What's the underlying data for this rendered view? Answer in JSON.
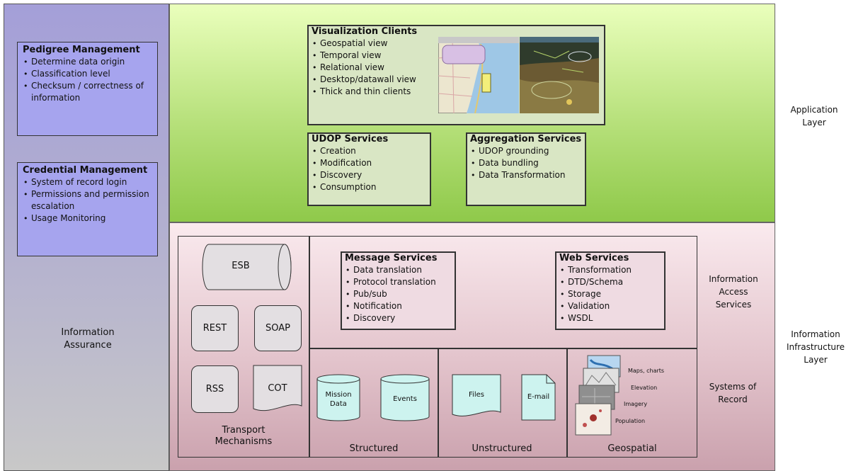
{
  "colors": {
    "ia_top": "#a49fd8",
    "app_top": "#eaffbc",
    "app_bottom": "#8fc94a",
    "infra_bottom": "#caa1ad",
    "cyan": "#cdf3ef"
  },
  "info_assurance": {
    "label": "Information Assurance",
    "pedigree": {
      "title": "Pedigree Management",
      "items": [
        "Determine data origin",
        "Classification level",
        "Checksum / correctness of information"
      ]
    },
    "credential": {
      "title": "Credential Management",
      "items": [
        "System of record login",
        "Permissions and permission escalation",
        "Usage Monitoring"
      ]
    }
  },
  "application": {
    "label": "Application Layer",
    "visualization": {
      "title": "Visualization Clients",
      "items": [
        "Geospatial view",
        "Temporal view",
        "Relational view",
        "Desktop/datawall view",
        "Thick and thin clients"
      ]
    },
    "udop": {
      "title": "UDOP Services",
      "items": [
        "Creation",
        "Modification",
        "Discovery",
        "Consumption"
      ]
    },
    "aggregation": {
      "title": "Aggregation Services",
      "items": [
        "UDOP grounding",
        "Data bundling",
        "Data Transformation"
      ]
    }
  },
  "infrastructure": {
    "label": "Information Infrastructure Layer",
    "access_label": "Information Access Services",
    "systems_label": "Systems of Record",
    "transport": {
      "label": "Transport Mechanisms",
      "esb": "ESB",
      "rest": "REST",
      "soap": "SOAP",
      "rss": "RSS",
      "cot": "COT"
    },
    "message": {
      "title": "Message Services",
      "items": [
        "Data translation",
        "Protocol translation",
        "Pub/sub",
        "Notification",
        "Discovery"
      ]
    },
    "web": {
      "title": "Web Services",
      "items": [
        "Transformation",
        "DTD/Schema",
        "Storage",
        "Validation",
        "WSDL"
      ]
    },
    "structured": {
      "label": "Structured",
      "mission_line1": "Mission",
      "mission_line2": "Data",
      "events": "Events"
    },
    "unstructured": {
      "label": "Unstructured",
      "files": "Files",
      "email": "E-mail"
    },
    "geospatial": {
      "label": "Geospatial",
      "maps": "Maps, charts",
      "elevation": "Elevation",
      "imagery": "Imagery",
      "population": "Population"
    }
  }
}
